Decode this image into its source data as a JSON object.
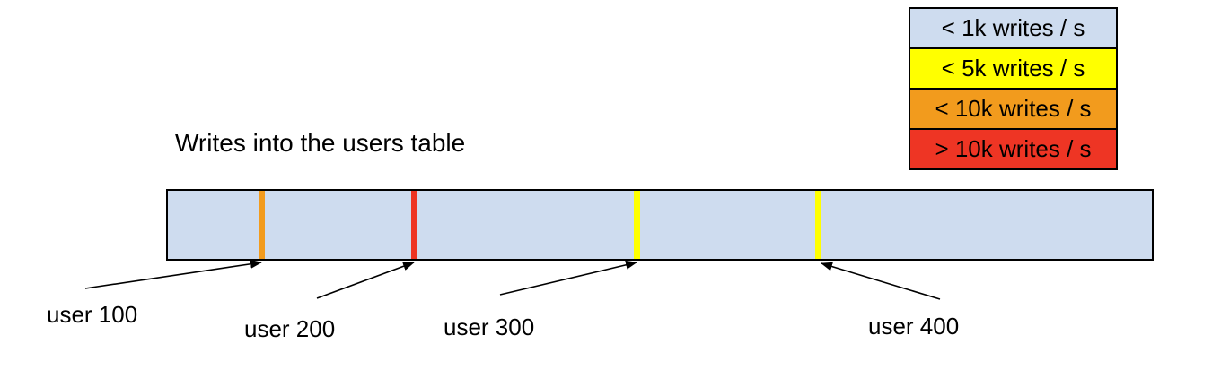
{
  "title": "Writes into the users table",
  "legend": {
    "items": [
      {
        "label": "< 1k writes / s",
        "color": "#CEDCEF"
      },
      {
        "label": "< 5k writes / s",
        "color": "#FFFF00"
      },
      {
        "label": "< 10k writes / s",
        "color": "#F29B1D"
      },
      {
        "label": "> 10k writes / s",
        "color": "#EE3524"
      }
    ]
  },
  "bar": {
    "fill": "#CEDCEF",
    "border_color": "#000000",
    "stripes": [
      {
        "user": "user 100",
        "color": "#F29B1D",
        "rate": "< 10k writes / s"
      },
      {
        "user": "user 200",
        "color": "#EE3524",
        "rate": "> 10k writes / s"
      },
      {
        "user": "user 300",
        "color": "#FFFF00",
        "rate": "< 5k writes / s"
      },
      {
        "user": "user 400",
        "color": "#FFFF00",
        "rate": "< 5k writes / s"
      }
    ]
  },
  "annotations": [
    {
      "label": "user 100"
    },
    {
      "label": "user 200"
    },
    {
      "label": "user 300"
    },
    {
      "label": "user 400"
    }
  ]
}
